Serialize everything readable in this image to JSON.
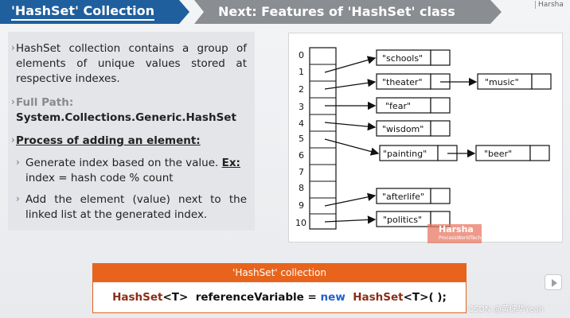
{
  "header": {
    "current_title": "'HashSet' Collection",
    "next_title": "Next: Features of 'HashSet' class",
    "author": "Harsha"
  },
  "bullets": {
    "b1": "HashSet collection contains a group of elements of unique values stored at respective indexes.",
    "b2_label": "Full Path:",
    "b2_value": "System.Collections.Generic.HashSet",
    "b3": "Process of adding an element:",
    "b3_1_text": "Generate index based on the value.",
    "b3_1_ex": "Ex:",
    "b3_1_formula": "index = hash code % count",
    "b3_2": "Add the element (value) next to the linked list at the generated index."
  },
  "diagram": {
    "indexes": [
      "0",
      "1",
      "2",
      "3",
      "4",
      "5",
      "6",
      "7",
      "8",
      "9",
      "10"
    ],
    "nodes": [
      "\"schools\"",
      "\"theater\"",
      "\"music\"",
      "\"fear\"",
      "\"wisdom\"",
      "\"painting\"",
      "\"beer\"",
      "\"afterlife\"",
      "\"politics\""
    ]
  },
  "watermark": {
    "brand": "Harsha",
    "sub": "ProcessWorldTech.com"
  },
  "code": {
    "header": "'HashSet' collection",
    "t1": "HashSet",
    "t2": "<T>",
    "t3": "referenceVariable =",
    "t4": "new",
    "t5": "HashSet",
    "t6": "<T>",
    "t7": "( );"
  },
  "footer": {
    "csdn": "CSDN @黄健华Yeah"
  },
  "colors": {
    "accent_blue": "#1f5f9e",
    "accent_orange": "#e8641c",
    "header_gray": "#8a8d91"
  }
}
